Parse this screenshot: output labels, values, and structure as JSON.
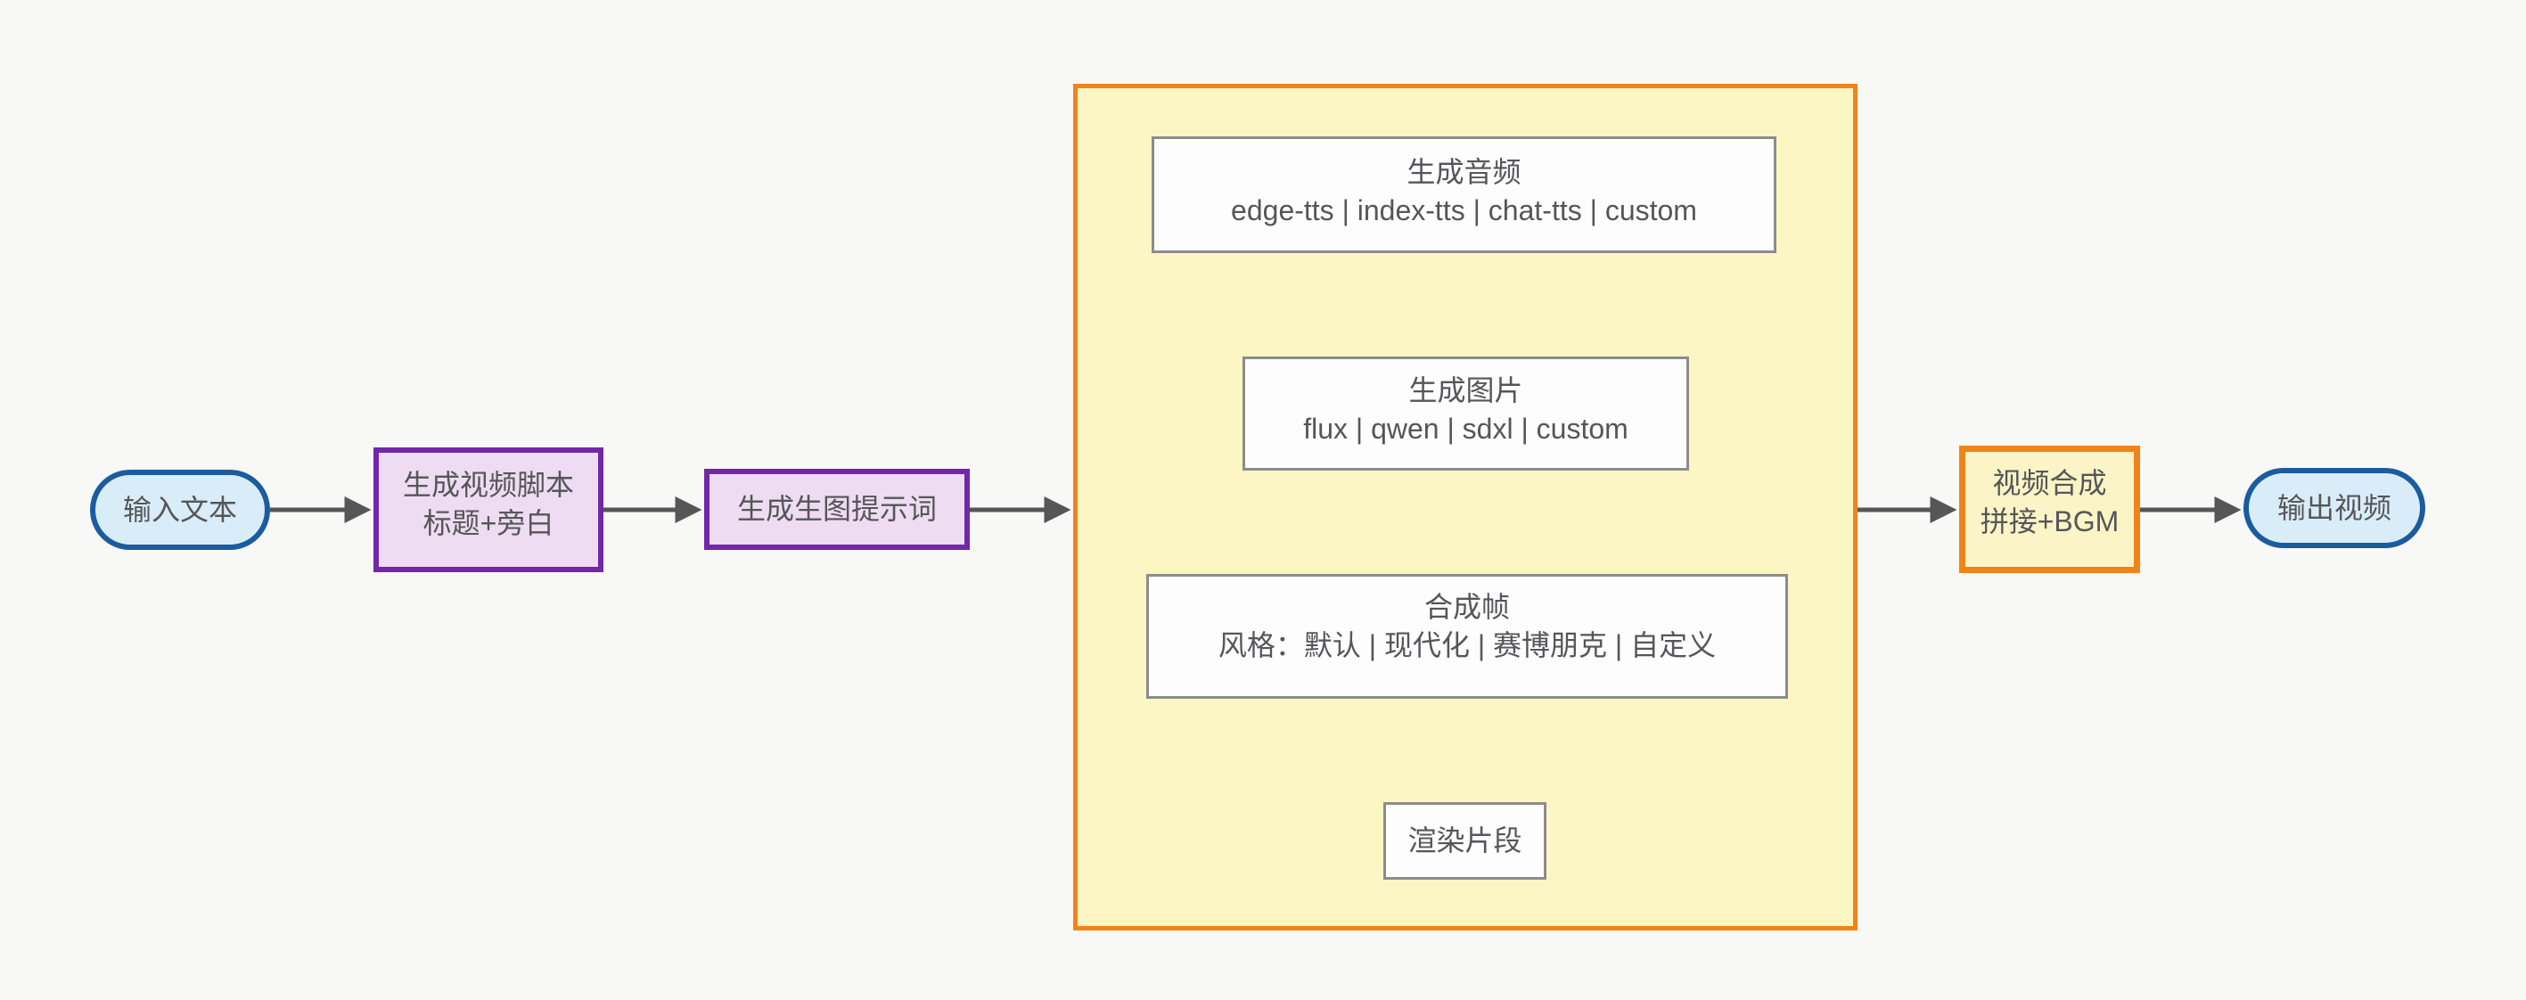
{
  "diagram": {
    "nodes": {
      "input": {
        "label": "输入文本",
        "shape": "stadium"
      },
      "script": {
        "title": "生成视频脚本",
        "subtitle": "标题+旁白",
        "shape": "rect"
      },
      "prompt": {
        "label": "生成生图提示词",
        "shape": "rect"
      },
      "pipeline": {
        "shape": "subgraph-container"
      },
      "audio": {
        "title": "生成音频",
        "subtitle": "edge-tts | index-tts | chat-tts | custom",
        "shape": "rect"
      },
      "image": {
        "title": "生成图片",
        "subtitle": "flux | qwen | sdxl | custom",
        "shape": "rect"
      },
      "frame": {
        "title": "合成帧",
        "subtitle": "风格：默认 | 现代化 | 赛博朋克 | 自定义",
        "shape": "rect"
      },
      "render": {
        "label": "渲染片段",
        "shape": "rect"
      },
      "compose": {
        "title": "视频合成",
        "subtitle": "拼接+BGM",
        "shape": "rect"
      },
      "output": {
        "label": "输出视频",
        "shape": "stadium"
      }
    },
    "edges": [
      {
        "from": "input",
        "to": "script"
      },
      {
        "from": "script",
        "to": "prompt"
      },
      {
        "from": "prompt",
        "to": "pipeline"
      },
      {
        "from": "audio",
        "to": "image"
      },
      {
        "from": "image",
        "to": "frame"
      },
      {
        "from": "frame",
        "to": "render"
      },
      {
        "from": "pipeline",
        "to": "compose"
      },
      {
        "from": "compose",
        "to": "output"
      }
    ],
    "colors": {
      "background": "#f8f8f6",
      "terminal_fill": "#d9edf8",
      "terminal_border": "#1a5c9e",
      "process_fill": "#eedcf2",
      "process_border": "#7127a8",
      "container_fill": "#fcf5c4",
      "container_border": "#f08418",
      "compose_fill": "#fbf4c6",
      "step_fill": "#fdfdfd",
      "step_border": "#8c8c8c",
      "arrow": "#565659",
      "text": "#565659"
    }
  }
}
